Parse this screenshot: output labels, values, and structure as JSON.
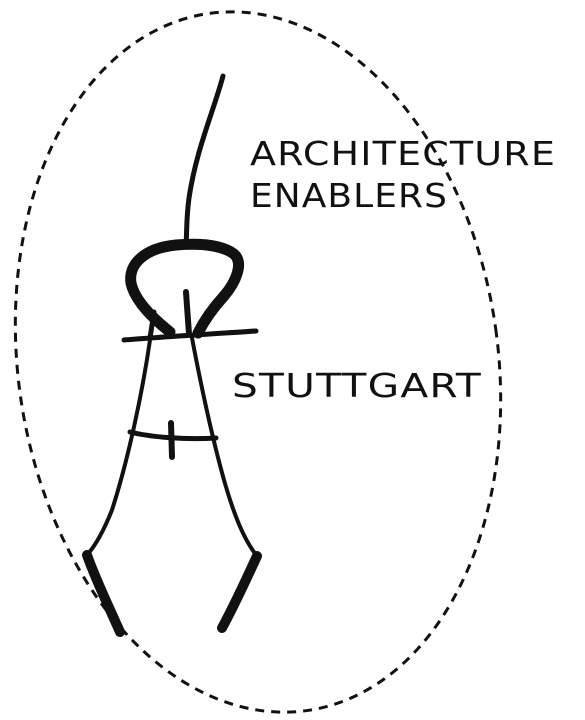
{
  "logo": {
    "line1": "ARCHITECTURE",
    "line2": "ENABLERS",
    "city": "STUTTGART",
    "ink_color": "#111111",
    "background_color": "#ffffff"
  }
}
